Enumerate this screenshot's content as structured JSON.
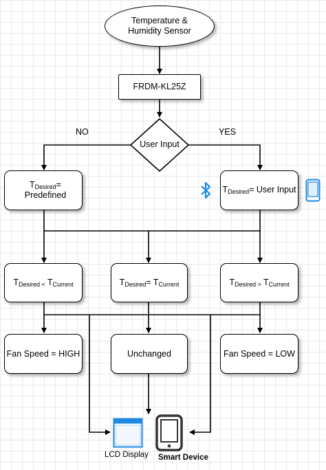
{
  "nodes": {
    "sensor": "Temperature & Humidity Sensor",
    "mcu": "FRDM-KL25Z",
    "decision": "User Input",
    "predefined": {
      "var": "T",
      "sub": "Desired",
      "text": "=  Predefined"
    },
    "user_input": {
      "var": "T",
      "sub": "Desired",
      "text": "= User Input"
    },
    "cmp_less": {
      "a": "T",
      "a_sub": "Desired <",
      "b": " T",
      "b_sub": "Current"
    },
    "cmp_equal": {
      "a": "T",
      "a_sub": "Desired",
      "b": "= T",
      "b_sub": "Current"
    },
    "cmp_greater": {
      "a": "T",
      "a_sub": "Desired >",
      "b": " T",
      "b_sub": "Current"
    },
    "fan_high": "Fan Speed = HIGH",
    "unchanged": "Unchanged",
    "fan_low": "Fan Speed = LOW"
  },
  "branches": {
    "no": "NO",
    "yes": "YES"
  },
  "outputs": {
    "lcd": "LCD Display",
    "smart": "Smart Device"
  },
  "icons": {
    "bluetooth": "bluetooth-icon",
    "phone": "smartphone-icon",
    "lcd": "window-icon",
    "smart": "tablet-icon"
  },
  "colors": {
    "accent": "#1e88e5",
    "line": "#000000"
  }
}
